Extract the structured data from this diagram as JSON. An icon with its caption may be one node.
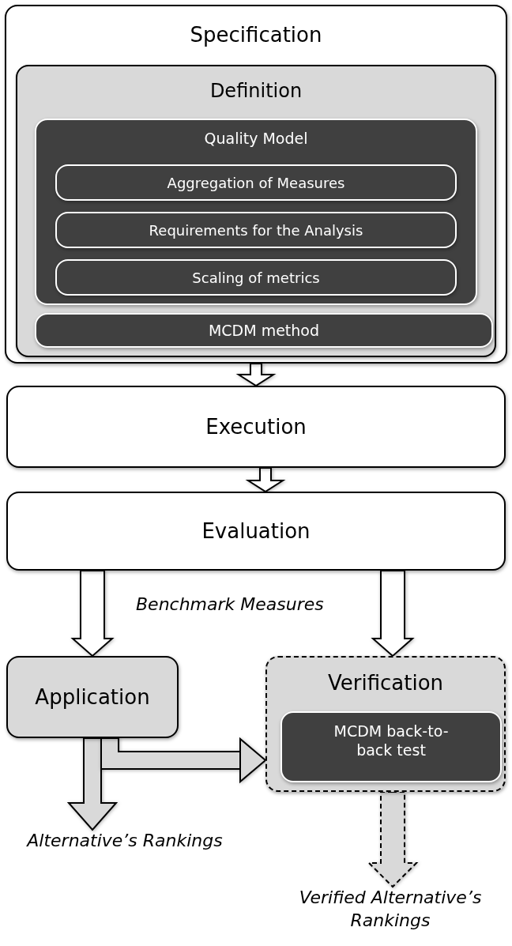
{
  "diagram": {
    "nodes": [
      {
        "text": [
          "Specification"
        ]
      },
      {
        "text": [
          "Definition"
        ],
        "in": 0
      },
      {
        "text": [
          "Quality Model"
        ],
        "in": 1
      },
      {
        "text": [
          "Aggregation of Measures"
        ],
        "in": 2
      },
      {
        "text": [
          "Requirements for the Analysis"
        ],
        "in": 2
      },
      {
        "text": [
          "Scaling of metrics"
        ],
        "in": 2
      },
      {
        "text": [
          "MCDM method"
        ],
        "in": 1
      },
      {
        "text": [
          "Execution"
        ]
      },
      {
        "text": [
          "Evaluation"
        ]
      },
      {
        "text": [
          "Application"
        ]
      },
      {
        "text": [
          "Verification"
        ]
      },
      {
        "text": [
          "MCDM back-to-back test"
        ],
        "in": 10
      },
      {
        "text": [
          "Alternative’s Rankings"
        ]
      },
      {
        "text": [
          "Verified Alternative’s Rankings"
        ]
      }
    ],
    "edges": [
      {
        "from": 0,
        "to": 7,
        "arrow": "to"
      },
      {
        "from": 7,
        "to": 8,
        "arrow": "to"
      },
      {
        "from": 8,
        "to": 9,
        "arrow": "to"
      },
      {
        "from": 8,
        "to": 10,
        "arrow": "to"
      },
      {
        "from": 9,
        "to": 12,
        "arrow": "to",
        "color": "#d9d9d9"
      },
      {
        "from": 9,
        "to": 10,
        "arrow": "to",
        "color": "#d9d9d9"
      },
      {
        "from": 10,
        "to": 13,
        "arrow": "to",
        "style": "dashed",
        "color": "#d9d9d9"
      }
    ],
    "labels": [
      "Benchmark Measures"
    ]
  }
}
